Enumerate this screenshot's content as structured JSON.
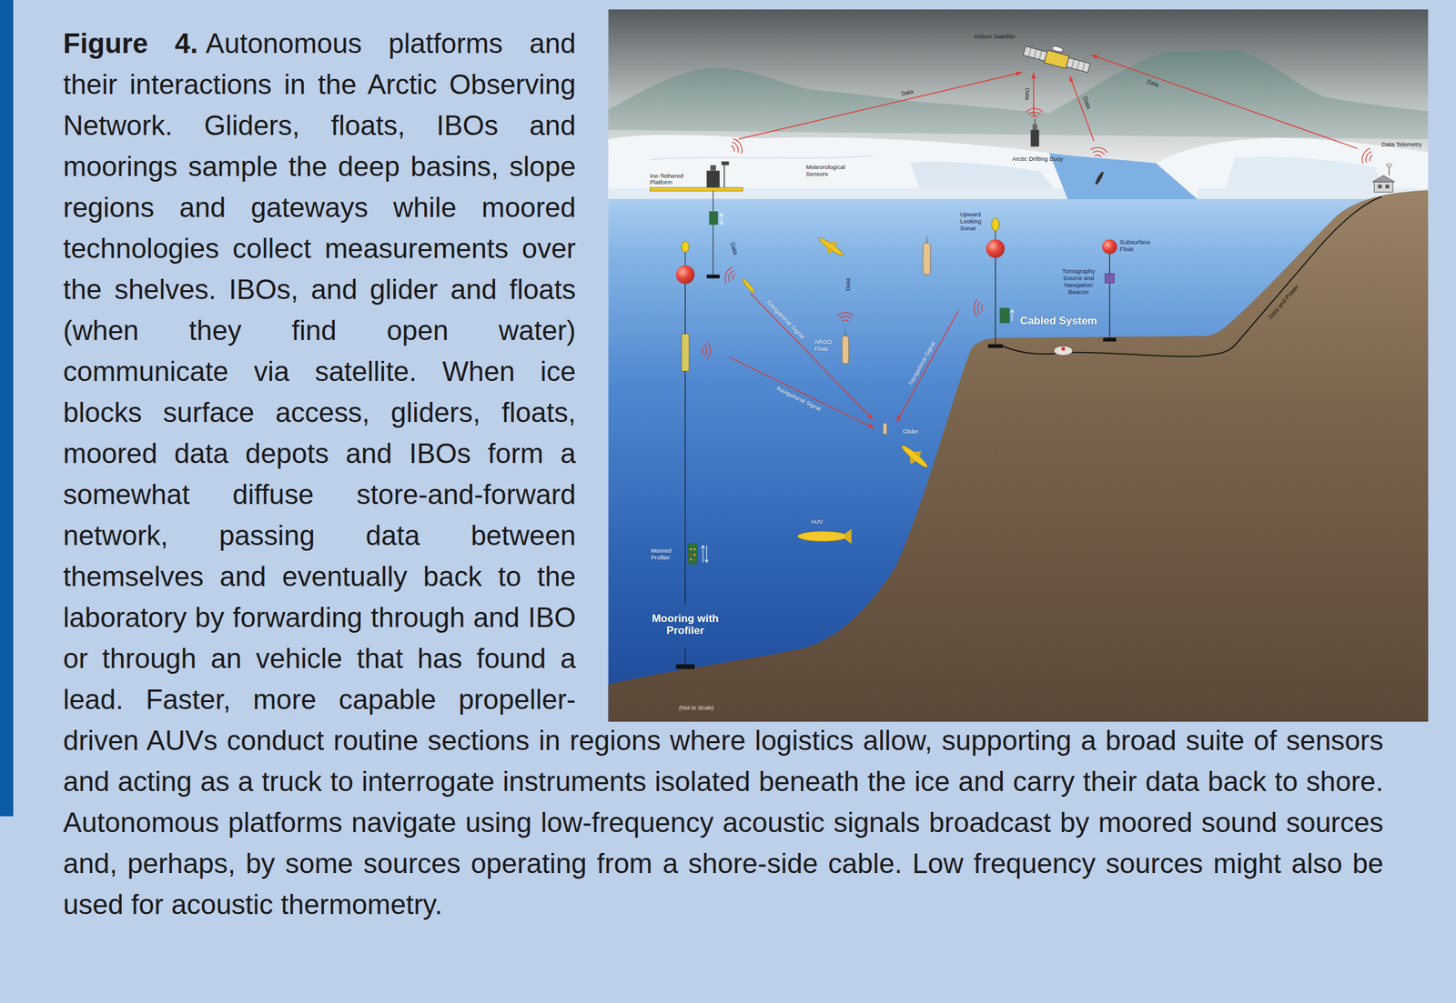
{
  "diagram": {
    "title": "Figure 4.",
    "caption": "Autonomous platforms and their interactions in the Arctic Observing Network. Gliders, floats, IBOs and moorings sample the deep basins, slope regions and gateways while moored technologies collect measurements over the shelves. IBOs, and glider and floats (when they find open water) communicate via satellite. When ice blocks surface access, gliders, floats, moored data depots and IBOs form a somewhat diffuse store-and-forward network, passing data between themselves and eventually back to the laboratory by forwarding through and IBO or through an vehicle that has found a lead. Faster, more capable propeller-driven AUVs conduct routine sections in regions where logistics allow, supporting a broad suite of sensors and acting as a truck to interrogate instruments isolated beneath the ice and carry their data back to shore. Autonomous platforms navigate using low-frequency acoustic signals broadcast by moored sound sources and, perhaps, by some sources operating from a shore-side cable. Low frequency sources might also be used for acoustic thermometry.",
    "nodes": [
      {
        "text": [
          "Iridium Satellite"
        ]
      },
      {
        "text": [
          "Ice-Tethered Platform"
        ]
      },
      {
        "text": [
          "Arctic Drifting Buoy"
        ]
      },
      {
        "text": [
          "Data Telemetry"
        ]
      },
      {
        "text": [
          "Upward Looking Sonar"
        ]
      },
      {
        "text": [
          "Subsurface Float"
        ]
      },
      {
        "text": [
          "Tomography Source and Navigation Beacon"
        ]
      },
      {
        "text": [
          "Mooring with Profiler"
        ]
      },
      {
        "text": [
          "ARGO Float"
        ]
      },
      {
        "text": [
          "Glider"
        ]
      },
      {
        "text": [
          "AUV"
        ]
      },
      {
        "text": [
          "Moored Profiler"
        ],
        "in": 7
      }
    ],
    "edges": [
      {
        "from": 1,
        "to": 0,
        "label": "Data",
        "arrow": "to"
      },
      {
        "from": 2,
        "to": 0,
        "label": "Data",
        "arrow": "to"
      },
      {
        "from": 3,
        "to": 0,
        "label": "Data",
        "arrow": "to"
      },
      {
        "from": 7,
        "to": 9,
        "label": "Navigational Signal",
        "arrow": "to"
      },
      {
        "from": 4,
        "to": 9,
        "label": "Navigational Signal",
        "arrow": "to"
      }
    ],
    "labels": [
      "Data",
      "Meteorological Sensors",
      "Data",
      "Data",
      "Navigational Signal",
      "Data and Power",
      "Cabled System",
      "(Not to Scale)"
    ]
  }
}
